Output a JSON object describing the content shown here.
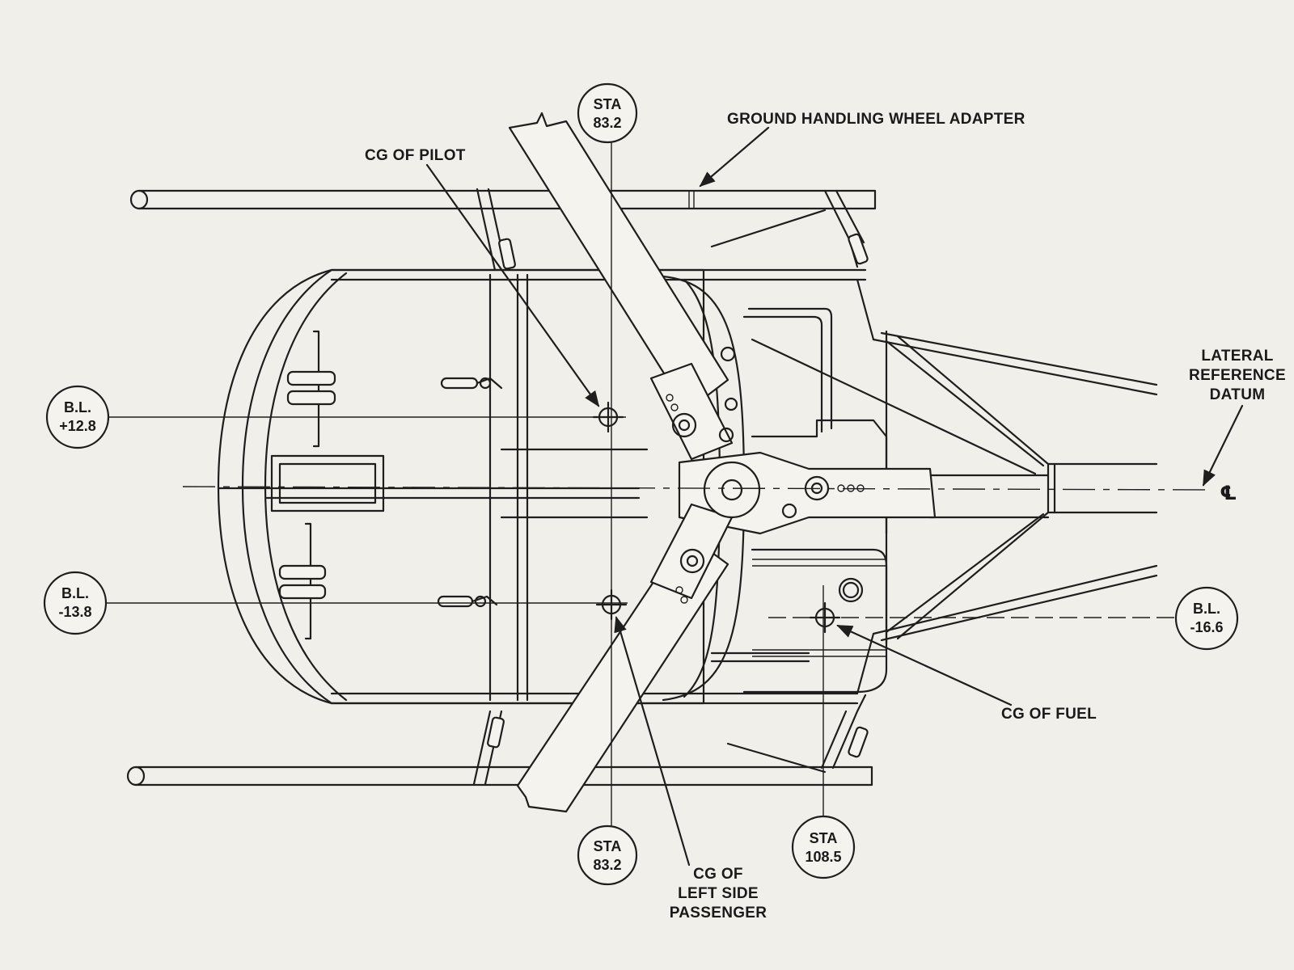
{
  "callouts": {
    "ground_wheel": "GROUND HANDLING WHEEL ADAPTER",
    "cg_pilot": "CG OF PILOT",
    "cg_fuel": "CG OF FUEL",
    "cg_passenger": [
      "CG OF",
      "LEFT SIDE",
      "PASSENGER"
    ],
    "lateral_datum": [
      "LATERAL",
      "REFERENCE",
      "DATUM"
    ],
    "centerline_symbol": "℄"
  },
  "bubbles": {
    "sta_top": [
      "STA",
      "83.2"
    ],
    "sta_bottom_left": [
      "STA",
      "83.2"
    ],
    "sta_bottom_right": [
      "STA",
      "108.5"
    ],
    "bl_upper_left": [
      "B.L.",
      "+12.8"
    ],
    "bl_lower_left": [
      "B.L.",
      "-13.8"
    ],
    "bl_right": [
      "B.L.",
      "-16.6"
    ]
  }
}
